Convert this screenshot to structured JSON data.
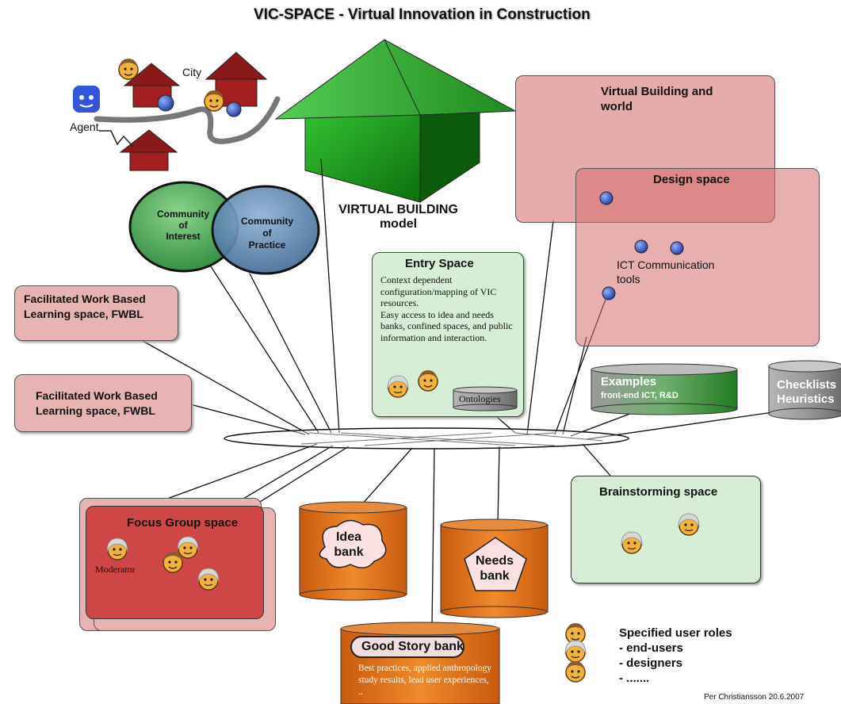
{
  "title": "VIC-SPACE - Virtual Innovation in Construction",
  "labels": {
    "city": "City",
    "agent": "Agent",
    "virtual_building_model": "VIRTUAL BUILDING\nmodel",
    "community_interest": "Community\nof\nInterest",
    "community_practice": "Community\nof\nPractice",
    "virtual_building_world": "Virtual Building and\nworld",
    "design_space": "Design space",
    "ict_tools": "ICT Communication\ntools",
    "fwbl_1": "Facilitated Work Based\nLearning space, FWBL",
    "fwbl_2": "Facilitated Work Based\nLearning space, FWBL",
    "entry_space_title": "Entry Space",
    "entry_space_body": "Context dependent configuration/mapping of VIC resources.\nEasy access to idea and needs banks, confined spaces, and public information and interaction.",
    "ontologies": "Ontologies",
    "examples_title": "Examples",
    "examples_sub": "front-end ICT, R&D",
    "checklists": "Checklists\nHeuristics",
    "brainstorming": "Brainstorming space",
    "focus_group": "Focus Group space",
    "moderator": "Moderator",
    "idea_bank": "Idea\nbank",
    "needs_bank": "Needs\nbank",
    "good_story_title": "Good Story bank",
    "good_story_body": "Best practices, applied anthropology study results, lead user experiences, ..",
    "legend": "Specified user roles\n- end-users\n- designers\n- .......",
    "credit": "Per Christiansson 20.6.2007"
  },
  "colors": {
    "pink_fill": "#e7b3b3",
    "pink_border": "#555555",
    "red_fill": "#cf4646",
    "green_light": "#d6eed6",
    "green_dark": "#2f9a2f",
    "blue_circle": "#5a86b5",
    "orange": "#e0701a",
    "house_green": "#22a022",
    "house_red": "#a31e1e"
  }
}
